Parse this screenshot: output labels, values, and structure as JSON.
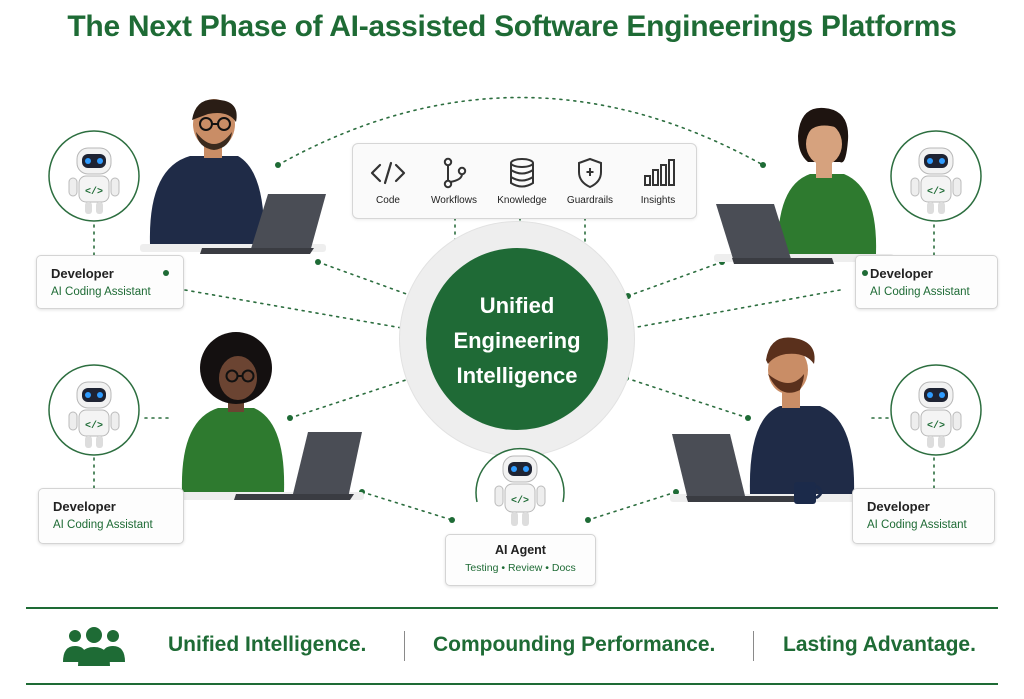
{
  "title": "The Next Phase of AI-assisted Software Engineerings Platforms",
  "colors": {
    "brand_green": "#1e6b35",
    "hub_green": "#1f6a36",
    "robot_eyes": "#2f9cff"
  },
  "tools": [
    {
      "label": "Code",
      "icon": "code-brackets-icon"
    },
    {
      "label": "Workflows",
      "icon": "workflow-branch-icon"
    },
    {
      "label": "Knowledge",
      "icon": "database-icon"
    },
    {
      "label": "Guardrails",
      "icon": "shield-icon"
    },
    {
      "label": "Insights",
      "icon": "bar-chart-icon"
    }
  ],
  "hub": {
    "line1": "Unified",
    "line2": "Engineering",
    "line3": "Intelligence"
  },
  "developer_cards": [
    {
      "title": "Developer",
      "subtitle": "AI Coding Assistant"
    },
    {
      "title": "Developer",
      "subtitle": "AI Coding Assistant"
    },
    {
      "title": "Developer",
      "subtitle": "AI Coding Assistant"
    },
    {
      "title": "Developer",
      "subtitle": "AI Coding Assistant"
    }
  ],
  "agent": {
    "title": "AI Agent",
    "subtitle": "Testing • Review • Docs"
  },
  "footer": {
    "icon": "team-icon",
    "taglines": [
      "Unified Intelligence.",
      "Compounding Performance.",
      "Lasting Advantage."
    ]
  }
}
